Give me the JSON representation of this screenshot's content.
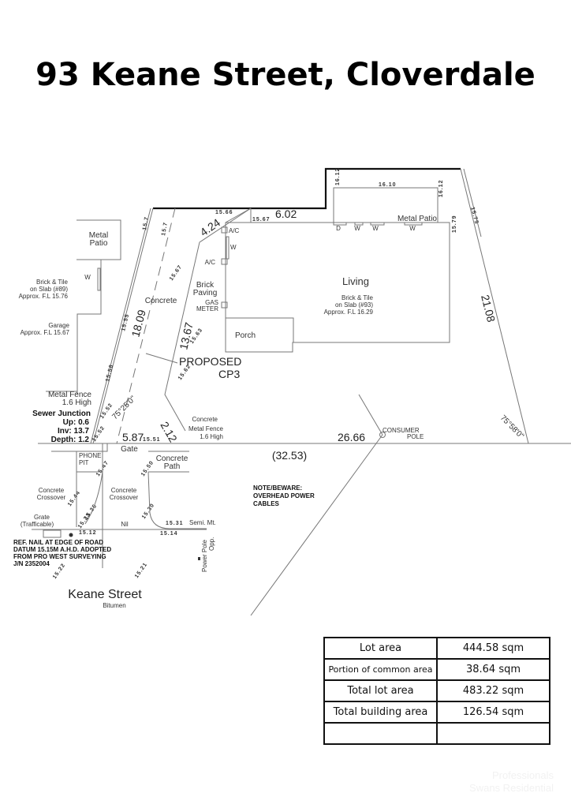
{
  "title": "93 Keane Street, Cloverdale",
  "neighbour": {
    "patio": [
      "Metal",
      "Patio"
    ],
    "window": "W",
    "house": [
      "Brick & Tile",
      "on Slab (#89)",
      "Approx. F.L 15.76"
    ],
    "garage": [
      "Garage",
      "Approx. F.L 15.67"
    ]
  },
  "site": {
    "labels": {
      "concrete": "Concrete",
      "brick_paving": [
        "Brick",
        "Paving"
      ],
      "gas_meter": [
        "GAS",
        "METER"
      ],
      "ac": "A/C",
      "window": "W",
      "door": "D",
      "porch": "Porch",
      "living": "Living",
      "house": [
        "Brick & Tile",
        "on Slab (#93)",
        "Approx. F.L 16.29"
      ],
      "metal_patio": "Metal Patio",
      "proposed": [
        "PROPOSED",
        "CP3"
      ],
      "metal_fence_left": [
        "Metal Fence",
        "1.6 High"
      ],
      "front_fence": [
        "Concrete",
        "Metal Fence",
        "1.6 High"
      ],
      "gate": "Gate",
      "consumer_pole": [
        "CONSUMER",
        "POLE"
      ]
    },
    "dimensions": {
      "top_right": "6.02",
      "chamfer": "4.24",
      "left_boundary": "18.09",
      "drive_edge": "13.67",
      "right_boundary": "21.08",
      "front_short": "2.12",
      "front_left": "5.87",
      "front_main": "26.66",
      "front_total": "(32.53)",
      "angle_left": "75°25'0\"",
      "angle_right": "75°58'0\""
    },
    "levels": [
      "15.7",
      "15.7",
      "15.66",
      "15.67",
      "16.12",
      "16.10",
      "16.12",
      "15.79",
      "15.75",
      "15.67",
      "15.63",
      "15.62",
      "15.55",
      "15.58",
      "15.52",
      "15.51",
      "15.52",
      "15.47",
      "15.50",
      "15.44",
      "15.25",
      "15.23",
      "15.12",
      "15.30",
      "15.31",
      "15.14",
      "15.22",
      "15.21"
    ]
  },
  "sewer": {
    "title": "Sewer Junction",
    "up": "Up: 0.6",
    "inv": "Inv: 13.7",
    "depth": "Depth: 1.2"
  },
  "verge": {
    "phone_pit": [
      "PHONE",
      "PIT"
    ],
    "concrete_path": [
      "Concrete",
      "Path"
    ],
    "crossover": [
      "Concrete",
      "Crossover"
    ],
    "grate": [
      "Grate",
      "(Trafficable)"
    ],
    "nil": "Nil",
    "semi_mt": "Semi. Mt.",
    "power_pole": [
      "Power Pole",
      "Opp."
    ],
    "ref_note": [
      "REF. NAIL AT EDGE OF ROAD",
      "DATUM 15.15M A.H.D. ADOPTED",
      "FROM PRO WEST SURVEYING",
      "J/N 2352004"
    ],
    "beware": [
      "NOTE/BEWARE:",
      "OVERHEAD POWER",
      "CABLES"
    ]
  },
  "street": {
    "name": "Keane Street",
    "surface": "Bitumen"
  },
  "area_table": [
    {
      "label": "Lot area",
      "value": "444.58 sqm"
    },
    {
      "label": "Portion of common area",
      "value": "38.64 sqm"
    },
    {
      "label": "Total lot area",
      "value": "483.22 sqm"
    },
    {
      "label": "Total building area",
      "value": "126.54 sqm"
    },
    {
      "label": "",
      "value": ""
    }
  ],
  "watermark": [
    "Professionals",
    "Swans Residential"
  ]
}
